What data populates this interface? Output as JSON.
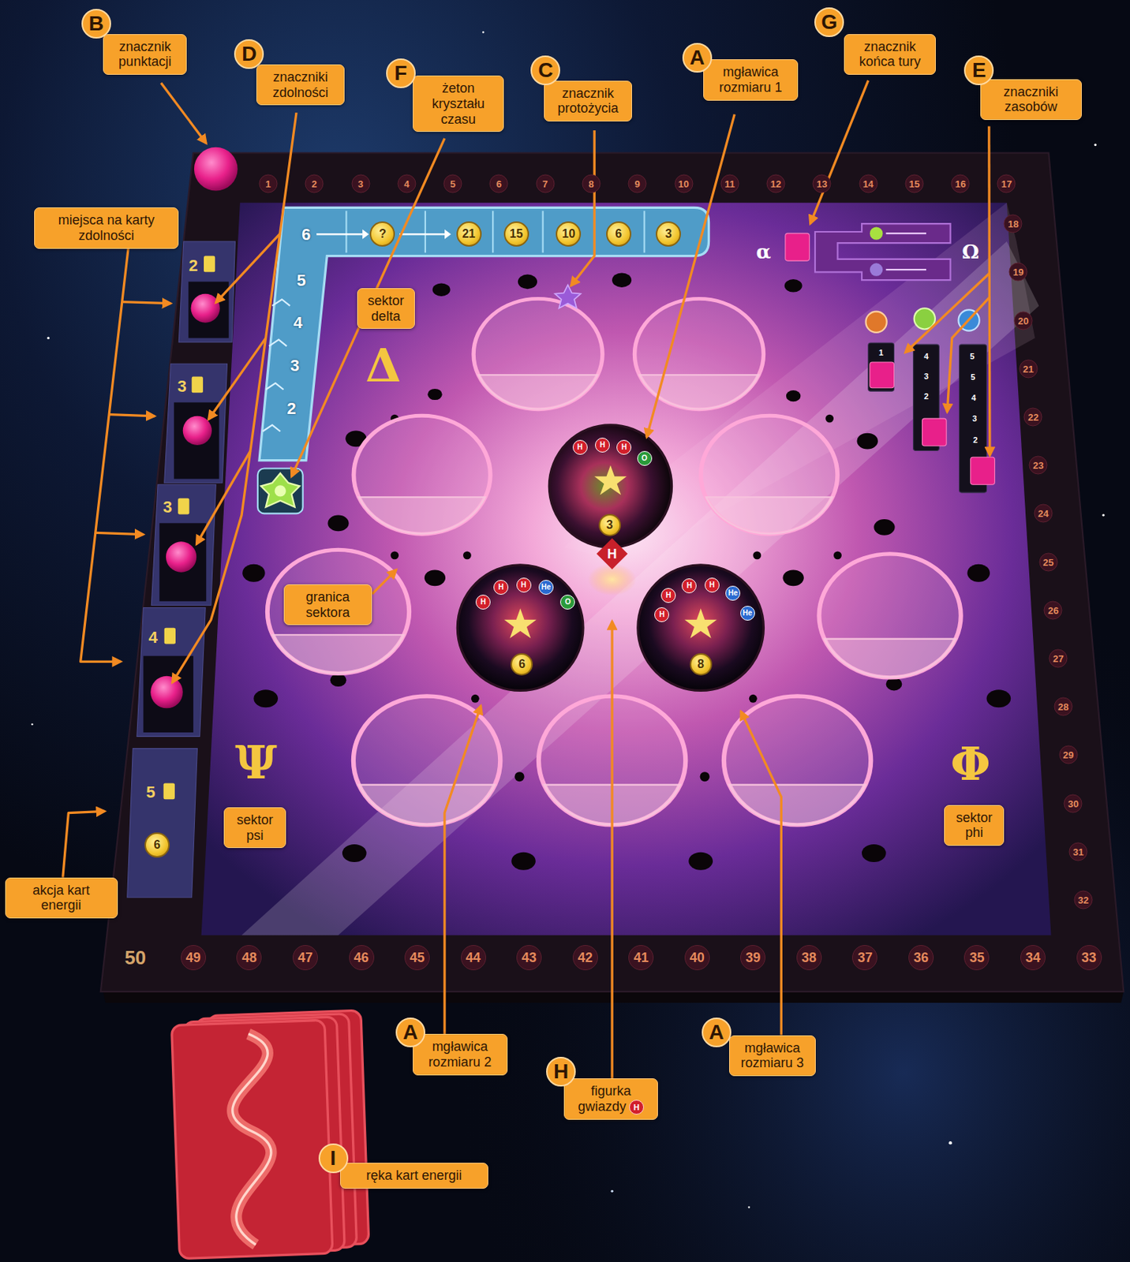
{
  "diagram": {
    "nodes": [
      {
        "text": [
          "B",
          "znacznik punktacji"
        ]
      },
      {
        "text": [
          "D",
          "znaczniki zdolności"
        ]
      },
      {
        "text": [
          "F",
          "żeton kryształu czasu"
        ]
      },
      {
        "text": [
          "C",
          "znacznik protożycia"
        ]
      },
      {
        "text": [
          "A",
          "mgławica rozmiaru 1"
        ]
      },
      {
        "text": [
          "G",
          "znacznik końca tury"
        ]
      },
      {
        "text": [
          "E",
          "znaczniki zasobów"
        ]
      },
      {
        "text": [
          "miejsca na karty zdolności"
        ]
      },
      {
        "text": [
          "sektor delta"
        ]
      },
      {
        "text": [
          "granica sektora"
        ]
      },
      {
        "text": [
          "sektor psi"
        ]
      },
      {
        "text": [
          "sektor phi"
        ]
      },
      {
        "text": [
          "akcja kart energii"
        ]
      },
      {
        "text": [
          "A",
          "mgławica rozmiaru 2"
        ]
      },
      {
        "text": [
          "H",
          "figurka gwiazdy",
          "H"
        ]
      },
      {
        "text": [
          "A",
          "mgławica rozmiaru 3"
        ]
      },
      {
        "text": [
          "I",
          "ręka kart energii"
        ]
      }
    ],
    "labels": [
      "1",
      "2",
      "3",
      "4",
      "5",
      "6",
      "7",
      "8",
      "9",
      "10",
      "11",
      "12",
      "13",
      "14",
      "15",
      "16",
      "17",
      "18",
      "19",
      "20",
      "21",
      "22",
      "23",
      "24",
      "25",
      "26",
      "27",
      "28",
      "29",
      "30",
      "31",
      "32",
      "33",
      "34",
      "35",
      "36",
      "37",
      "38",
      "39",
      "40",
      "41",
      "42",
      "43",
      "44",
      "45",
      "46",
      "47",
      "48",
      "49",
      "50",
      "6",
      "?",
      "21",
      "15",
      "10",
      "6",
      "3",
      "5",
      "4",
      "3",
      "2",
      "2",
      "3",
      "3",
      "4",
      "5",
      "6",
      "Δ",
      "Ψ",
      "Φ",
      "3",
      "6",
      "8",
      "H",
      "H",
      "H",
      "O",
      "H",
      "H",
      "H",
      "He",
      "O",
      "H",
      "H",
      "H",
      "H",
      "He",
      "He",
      "H",
      "α",
      "Ω",
      "1",
      "4",
      "3",
      "2",
      "5",
      "5",
      "4",
      "3",
      "2"
    ]
  }
}
